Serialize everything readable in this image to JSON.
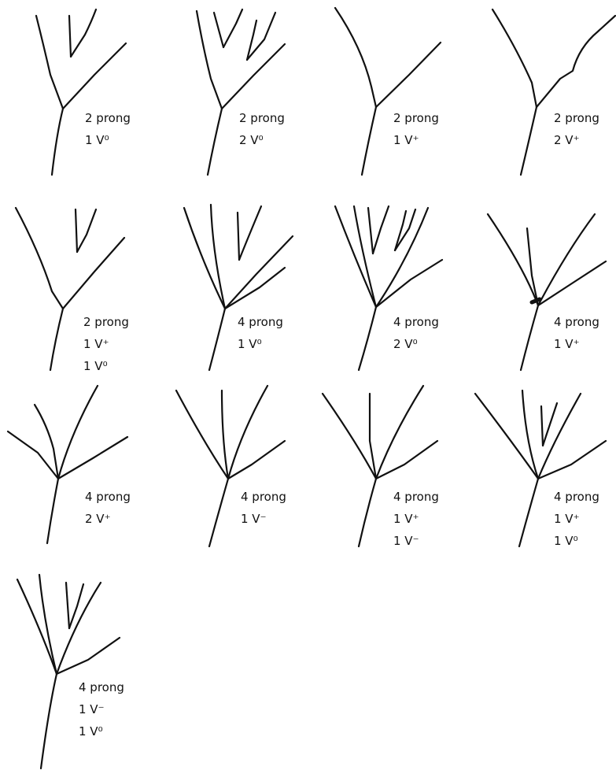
{
  "topologies": [
    {
      "lines": [
        "2 prong",
        "1 V⁰"
      ]
    },
    {
      "lines": [
        "2 prong",
        "2 V⁰"
      ]
    },
    {
      "lines": [
        "2 prong",
        "1 V⁺"
      ]
    },
    {
      "lines": [
        "2 prong",
        "2 V⁺"
      ]
    },
    {
      "lines": [
        "2 prong",
        "1 V⁺",
        "1 V⁰"
      ]
    },
    {
      "lines": [
        "4 prong",
        "1 V⁰"
      ]
    },
    {
      "lines": [
        "4 prong",
        "2 V⁰"
      ]
    },
    {
      "lines": [
        "4 prong",
        "1 V⁺"
      ]
    },
    {
      "lines": [
        "4 prong",
        "2 V⁺"
      ]
    },
    {
      "lines": [
        "4 prong",
        "1 V⁻"
      ]
    },
    {
      "lines": [
        "4 prong",
        "1 V⁺",
        "1 V⁻"
      ]
    },
    {
      "lines": [
        "4 prong",
        "1 V⁺",
        "1 V⁰"
      ]
    },
    {
      "lines": [
        "4 prong",
        "1 V⁻",
        "1 V⁰"
      ]
    }
  ]
}
